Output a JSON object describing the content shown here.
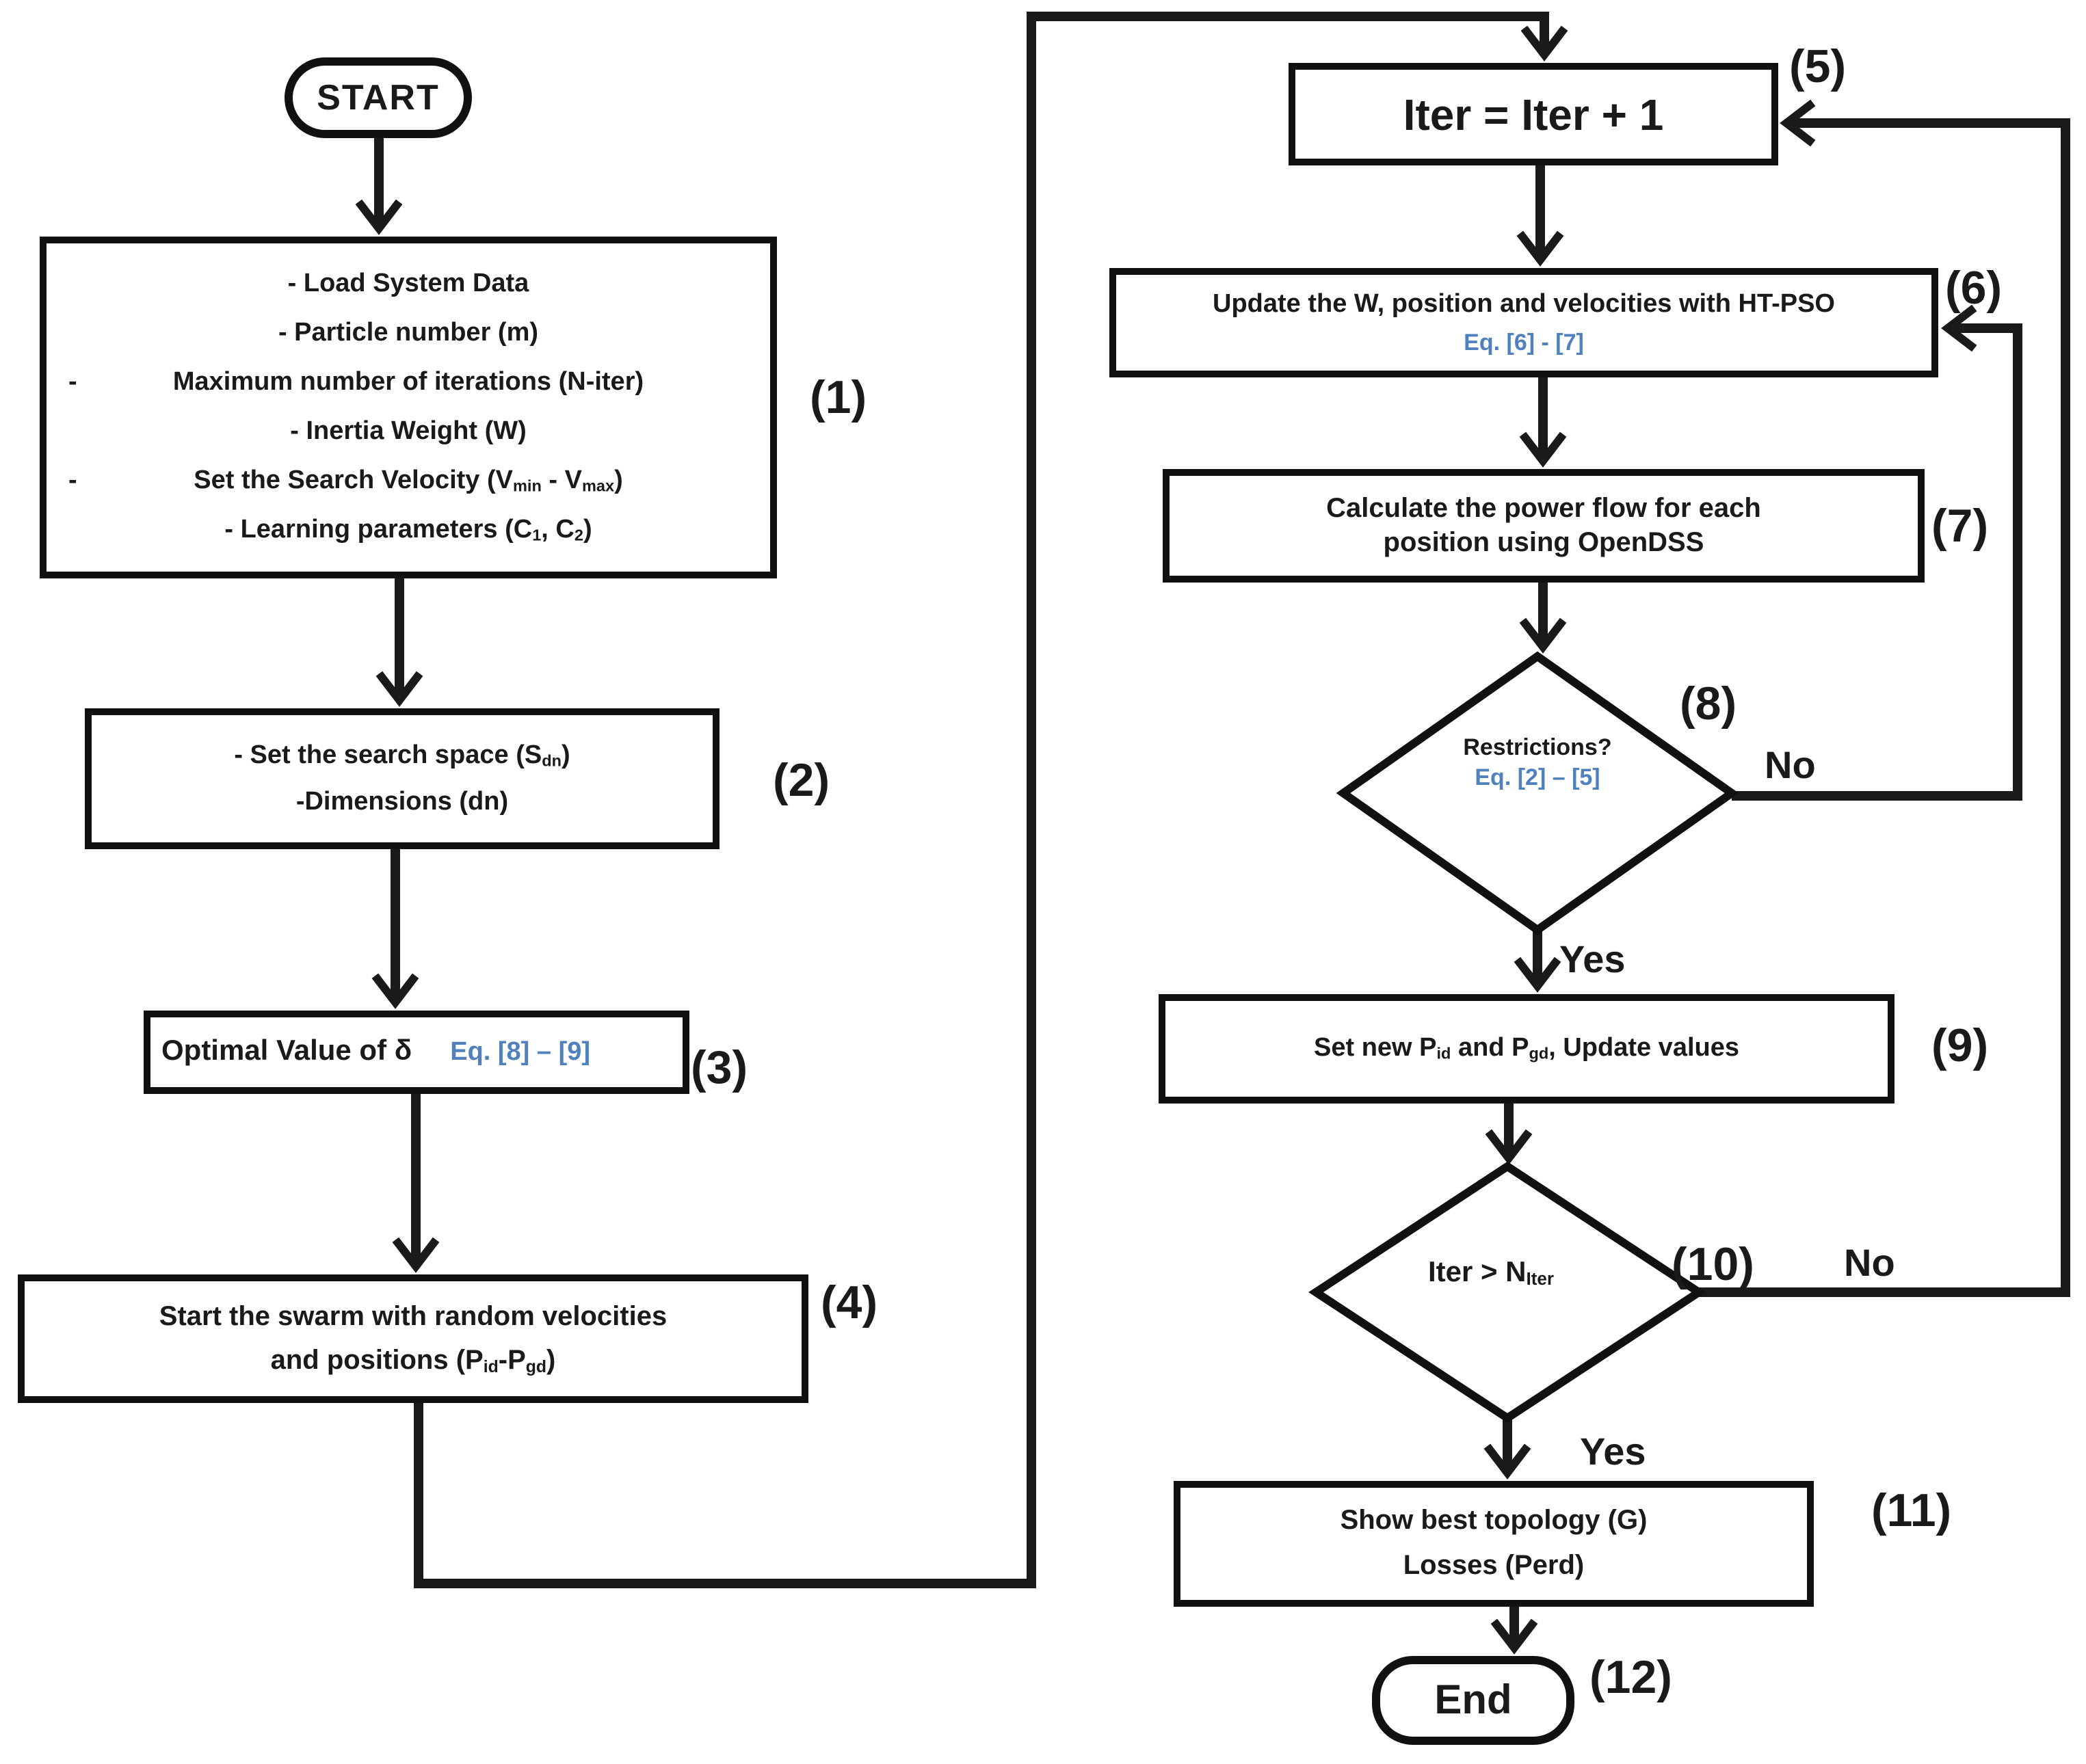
{
  "colors": {
    "ink": "#1a1a1a",
    "accent": "#4f81bd",
    "background": "#ffffff"
  },
  "terminals": {
    "start": "START",
    "end": "End"
  },
  "tags": {
    "t1": "(1)",
    "t2": "(2)",
    "t3": "(3)",
    "t4": "(4)",
    "t5": "(5)",
    "t6": "(6)",
    "t7": "(7)",
    "t8": "(8)",
    "t9": "(9)",
    "t10": "(10)",
    "t11": "(11)",
    "t12": "(12)"
  },
  "box1": {
    "line1": "- Load System Data",
    "line2": "- Particle number (m)",
    "line3_bullet": "-",
    "line3": "Maximum number of iterations (N-iter)",
    "line4": "- Inertia Weight (W)",
    "line5_bullet": "-",
    "line5": [
      "Set the Search Velocity (V",
      "min",
      " - V",
      "max",
      ")"
    ],
    "line6": [
      "- Learning parameters (C",
      "1",
      ", C",
      "2",
      ")"
    ]
  },
  "box2": {
    "line1": [
      "- Set the search space (S",
      "dn",
      ")"
    ],
    "line2": "-Dimensions (dn)"
  },
  "box3": {
    "text": "Optimal Value of δ",
    "eq": "Eq. [8] – [9]"
  },
  "box4": {
    "line1": "Start the swarm with random velocities",
    "line2": [
      "and positions (P",
      "id",
      "-P",
      "gd",
      ")"
    ]
  },
  "box5": {
    "text": "Iter = Iter + 1"
  },
  "box6": {
    "text": "Update the W, position and velocities with HT-PSO",
    "eq": "Eq. [6] - [7]"
  },
  "box7": {
    "line1": "Calculate the power flow for each",
    "line2": "position using OpenDSS"
  },
  "diamond8": {
    "text": "Restrictions?",
    "eq": "Eq. [2] – [5]",
    "yes": "Yes",
    "no": "No"
  },
  "box9": {
    "text": [
      "Set new P",
      "id",
      " and P",
      "gd",
      ", Update values"
    ]
  },
  "diamond10": {
    "text": [
      "Iter > N",
      "Iter"
    ],
    "yes": "Yes",
    "no": "No"
  },
  "box11": {
    "line1": "Show best topology (G)",
    "line2": "Losses (Perd)"
  },
  "end_tag": "(12)"
}
